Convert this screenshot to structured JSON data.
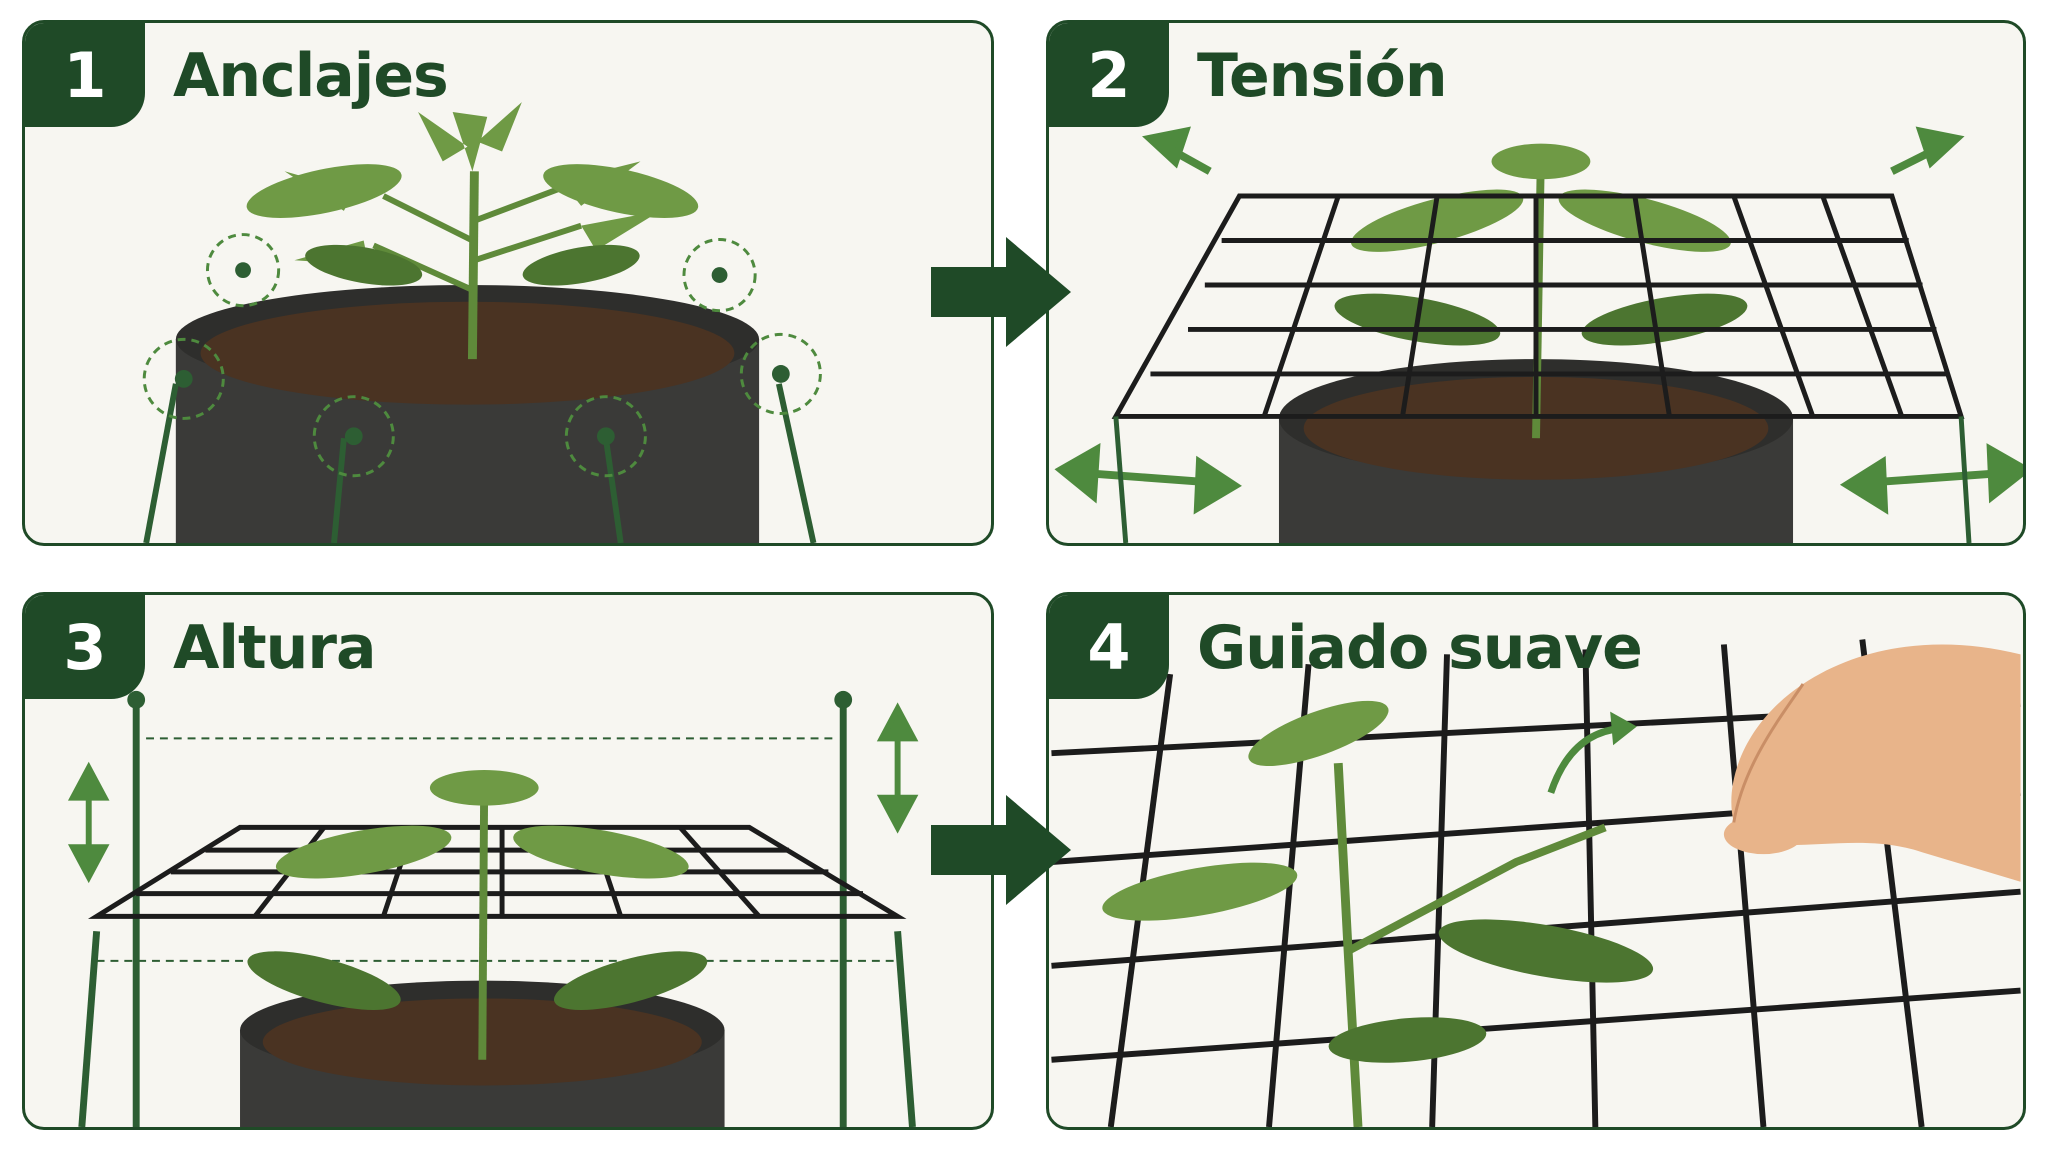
{
  "colors": {
    "brand_green": "#1f4a27",
    "accent_green": "#4e8a3e",
    "leaf_green": "#6f9a45",
    "leaf_dark": "#4c7530",
    "pot_gray": "#3a3a38",
    "soil_brown": "#4a3322",
    "net_black": "#1c1c1c",
    "panel_bg": "#f7f6f1"
  },
  "steps": [
    {
      "number": "1",
      "title": "Anclajes"
    },
    {
      "number": "2",
      "title": "Tensión"
    },
    {
      "number": "3",
      "title": "Altura"
    },
    {
      "number": "4",
      "title": "Guiado suave"
    }
  ],
  "icons": {
    "step_arrow": "right-arrow-icon",
    "tension_arrows": "double-headed-arrow-icon",
    "height_arrows": "vertical-double-arrow-icon",
    "guide_arrow": "curved-arrow-icon",
    "anchor_highlight": "dashed-circle-icon"
  }
}
